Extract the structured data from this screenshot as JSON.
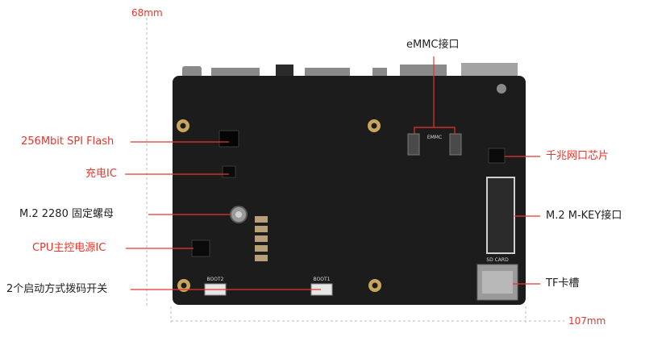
{
  "dimensions": {
    "height_label": "68mm",
    "width_label": "107mm"
  },
  "labels": {
    "emmc": "eMMC接口",
    "spi_flash": "256Mbit SPI Flash",
    "charge_ic": "充电IC",
    "gigabit_phy": "千兆网口芯片",
    "m2_screw": "M.2 2280 固定螺母",
    "m2_mkey": "M.2 M-KEY接口",
    "cpu_power": "CPU主控电源IC",
    "boot_switch": "2个启动方式拨码开关",
    "tf_slot": "TF卡槽"
  },
  "silkscreen": {
    "emmc_tag": "EMMC",
    "boot1": "BOOT1",
    "boot2": "BOOT2",
    "sd_card": "SD CARD"
  },
  "colors": {
    "red_label": "#e8352b",
    "dark_label": "#222222",
    "board": "#1c1c1c",
    "callout_line": "#e8352b"
  }
}
